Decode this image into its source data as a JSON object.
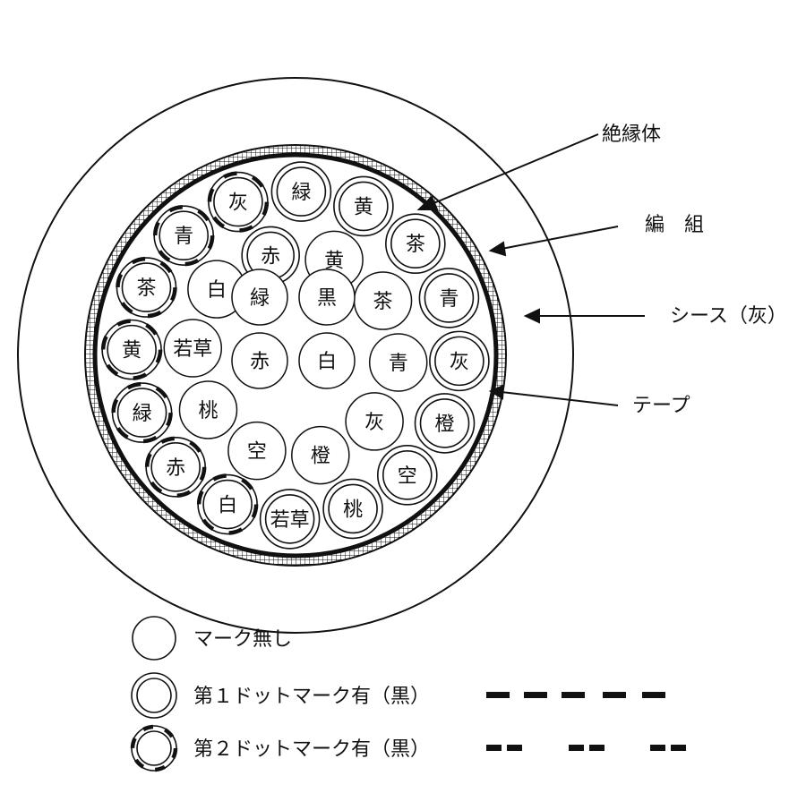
{
  "callouts": {
    "insulator": "絶縁体",
    "braid": "編　組",
    "sheath": "シース（灰）",
    "tape": "テープ"
  },
  "legend": {
    "none": "マーク無し",
    "first": "第１ドットマーク有（黒）",
    "second": "第２ドットマーク有（黒）"
  },
  "colors": {
    "line": "#111111",
    "background": "#ffffff"
  },
  "cores": {
    "outer_ring": [
      {
        "label": "緑",
        "mark": "first"
      },
      {
        "label": "黄",
        "mark": "first"
      },
      {
        "label": "茶",
        "mark": "first"
      },
      {
        "label": "青",
        "mark": "first"
      },
      {
        "label": "灰",
        "mark": "first"
      },
      {
        "label": "橙",
        "mark": "first"
      },
      {
        "label": "空",
        "mark": "first"
      },
      {
        "label": "桃",
        "mark": "first"
      },
      {
        "label": "若草",
        "mark": "first"
      },
      {
        "label": "白",
        "mark": "second"
      },
      {
        "label": "赤",
        "mark": "second"
      },
      {
        "label": "緑",
        "mark": "second"
      },
      {
        "label": "黄",
        "mark": "second"
      },
      {
        "label": "茶",
        "mark": "second"
      },
      {
        "label": "青",
        "mark": "second"
      },
      {
        "label": "灰",
        "mark": "second"
      }
    ],
    "middle_ring": [
      {
        "label": "黄",
        "mark": "none"
      },
      {
        "label": "茶",
        "mark": "none"
      },
      {
        "label": "青",
        "mark": "none"
      },
      {
        "label": "灰",
        "mark": "none"
      },
      {
        "label": "橙",
        "mark": "none"
      },
      {
        "label": "空",
        "mark": "none"
      },
      {
        "label": "桃",
        "mark": "none"
      },
      {
        "label": "若草",
        "mark": "none"
      },
      {
        "label": "白",
        "mark": "none"
      },
      {
        "label": "赤",
        "mark": "first"
      }
    ],
    "inner": [
      {
        "label": "緑",
        "mark": "none"
      },
      {
        "label": "黒",
        "mark": "none"
      },
      {
        "label": "白",
        "mark": "none"
      },
      {
        "label": "赤",
        "mark": "none"
      }
    ]
  }
}
